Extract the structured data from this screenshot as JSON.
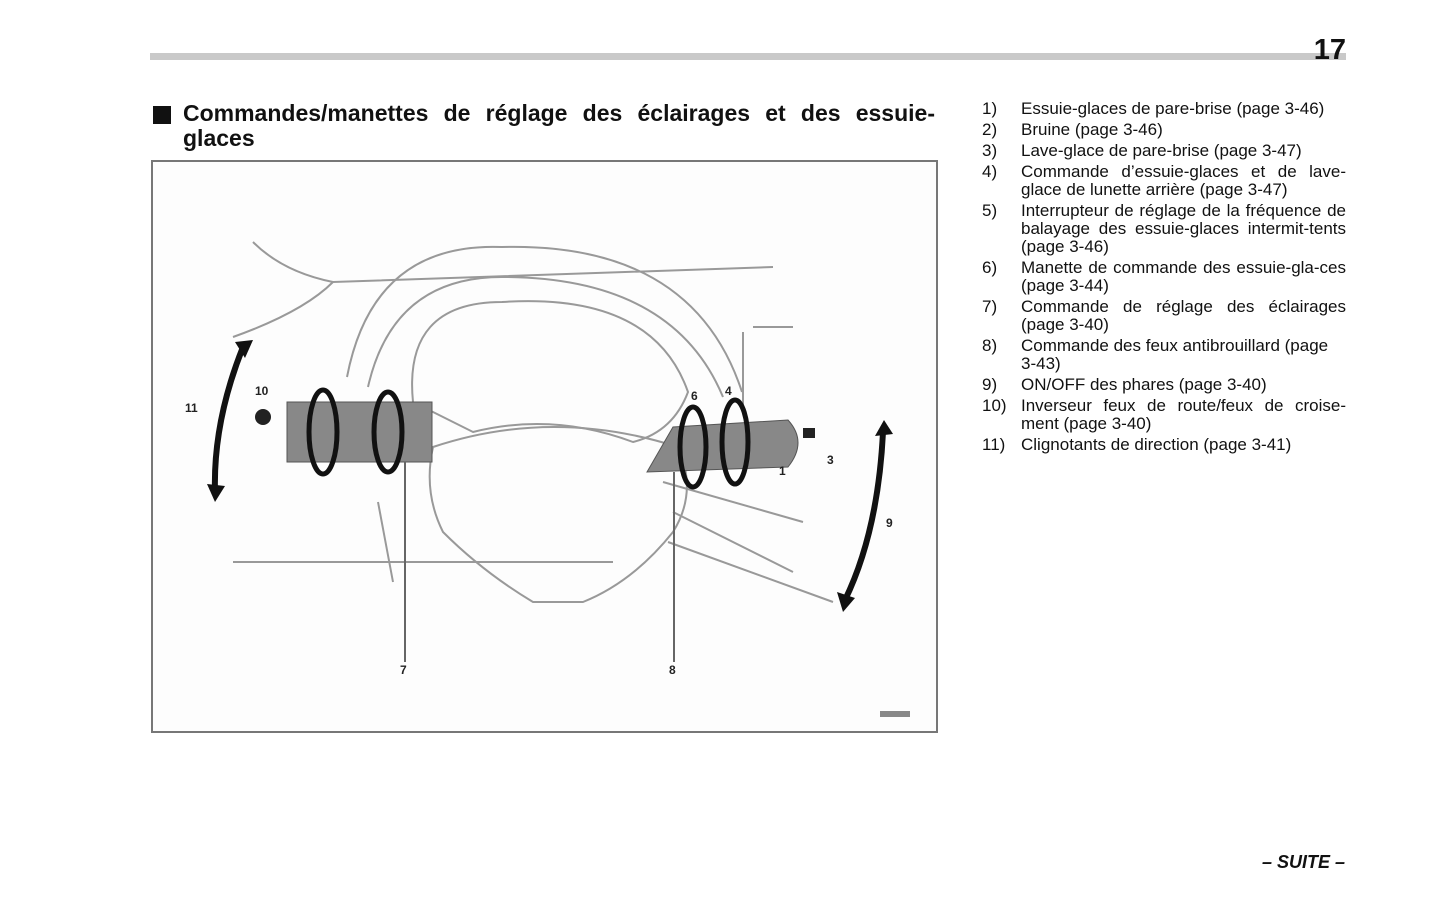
{
  "header": {
    "page_number": "17"
  },
  "section": {
    "title": "Commandes/manettes de réglage des éclairages et des essuie-glaces"
  },
  "figure": {
    "callouts": [
      "11",
      "10",
      "7",
      "8",
      "6",
      "4",
      "1",
      "3",
      "9"
    ]
  },
  "legend": {
    "items": [
      {
        "num": "1)",
        "text": "Essuie-glaces de pare-brise (page 3-46)"
      },
      {
        "num": "2)",
        "text": "Bruine (page 3-46)"
      },
      {
        "num": "3)",
        "text": "Lave-glace de pare-brise (page 3-47)"
      },
      {
        "num": "4)",
        "text": "Commande d’essuie-glaces et de lave-glace de lunette arrière (page 3-47)"
      },
      {
        "num": "5)",
        "text": "Interrupteur de réglage de la fréquence de balayage des essuie-glaces intermit-tents (page 3-46)"
      },
      {
        "num": "6)",
        "text": "Manette de commande des essuie-gla-ces (page 3-44)"
      },
      {
        "num": "7)",
        "text": "Commande de réglage des éclairages (page 3-40)"
      },
      {
        "num": "8)",
        "text": "Commande des feux antibrouillard (page 3-43)"
      },
      {
        "num": "9)",
        "text": "ON/OFF des phares (page 3-40)"
      },
      {
        "num": "10)",
        "text": "Inverseur feux de route/feux de croise-ment (page 3-40)"
      },
      {
        "num": "11)",
        "text": "Clignotants de direction (page 3-41)"
      }
    ]
  },
  "footer": {
    "continued": "– SUITE –"
  }
}
